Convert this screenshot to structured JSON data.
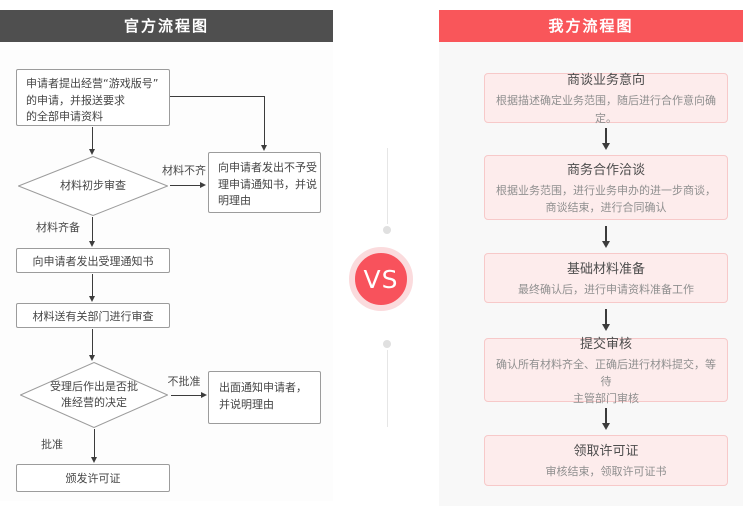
{
  "colors": {
    "left_header_bg": "#4f4f4f",
    "right_header_bg": "#f9565a",
    "vs_badge_bg": "#f8525c",
    "vs_badge_ring": "#fbdbdd",
    "step_box_bg": "#fdecec",
    "step_box_border": "#f7c9c9",
    "flow_box_border": "#9c9c9c",
    "connector_line": "#e6e6e6"
  },
  "left_panel": {
    "title": "官方流程图",
    "nodes": {
      "start": "申请者提出经营“游戏版号”\n的申请，并报送要求\n的全部申请资料",
      "check": "材料初步审查",
      "branch_incomplete": "材料不齐",
      "reject_notice": "向申请者发出不予受\n理申请通知书，并说\n明理由",
      "branch_complete": "材料齐备",
      "accept_notice": "向申请者发出受理通知书",
      "review": "材料送有关部门进行审查",
      "decide": "受理后作出是否批\n准经营的决定",
      "branch_no": "不批准",
      "notify_reject": "出面通知申请者，\n并说明理由",
      "branch_yes": "批准",
      "license": "颁发许可证"
    }
  },
  "versus": {
    "label": "VS"
  },
  "right_panel": {
    "title": "我方流程图",
    "steps": [
      {
        "title": "商谈业务意向",
        "desc": "根据描述确定业务范围，随后进行合作意向确定。"
      },
      {
        "title": "商务合作洽谈",
        "desc": "根据业务范围，进行业务申办的进一步商谈，\n商谈结束，进行合同确认"
      },
      {
        "title": "基础材料准备",
        "desc": "最终确认后，进行申请资料准备工作"
      },
      {
        "title": "提交审核",
        "desc": "确认所有材料齐全、正确后进行材料提交，等待\n主管部门审核"
      },
      {
        "title": "领取许可证",
        "desc": "审核结束，领取许可证书"
      }
    ]
  }
}
